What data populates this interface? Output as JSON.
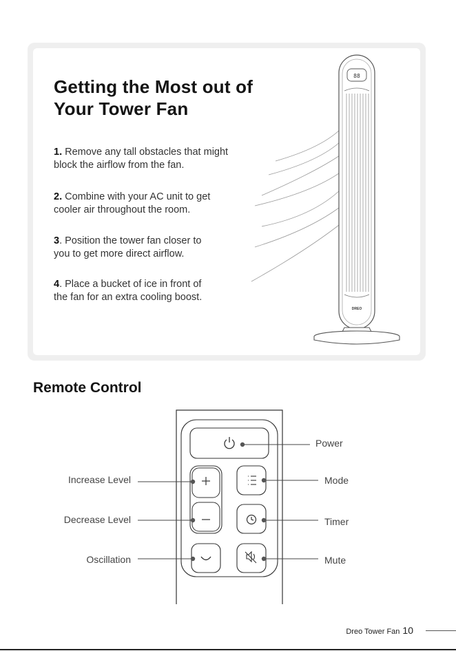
{
  "card": {
    "title_line1": "Getting the Most out of",
    "title_line2": "Your Tower Fan",
    "tips": [
      {
        "num": "1.",
        "line1": " Remove any tall obstacles that might",
        "line2": "block the airflow from the fan."
      },
      {
        "num": "2.",
        "line1": " Combine with your AC unit to get",
        "line2": "cooler air throughout the room."
      },
      {
        "num": "3",
        "line1": ". Position the tower fan closer to",
        "line2": "you to get more direct airflow."
      },
      {
        "num": "4",
        "line1": ". Place a bucket of ice in front of",
        "line2": "the fan for an extra cooling boost."
      }
    ],
    "fan_display": "88",
    "fan_logo": "DREO"
  },
  "remote": {
    "section_title": "Remote Control",
    "labels": {
      "power": "Power",
      "increase": "Increase Level",
      "decrease": "Decrease Level",
      "oscillation": "Oscillation",
      "mode": "Mode",
      "timer": "Timer",
      "mute": "Mute"
    },
    "icons": [
      "power-icon",
      "plus-icon",
      "minus-icon",
      "oscillation-icon",
      "mode-icon",
      "timer-icon",
      "mute-icon"
    ]
  },
  "footer": {
    "product": "Dreo Tower Fan",
    "page_number": "10"
  }
}
